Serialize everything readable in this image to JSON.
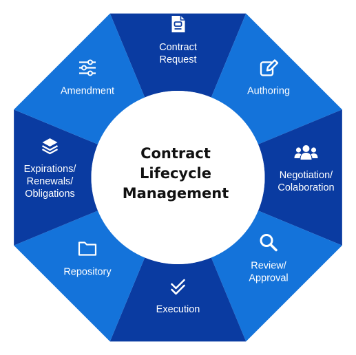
{
  "center": {
    "title_lines": [
      "Contract",
      "Lifecycle",
      "Management"
    ]
  },
  "colors": {
    "dark": "#0a3ba1",
    "light": "#1473da",
    "center": "#ffffff",
    "text": "#ffffff",
    "title": "#111111"
  },
  "segments": [
    {
      "id": "contract-request",
      "label_lines": [
        "Contract",
        "Request"
      ],
      "icon": "document-icon",
      "shade": "dark"
    },
    {
      "id": "authoring",
      "label_lines": [
        "Authoring"
      ],
      "icon": "edit-icon",
      "shade": "light"
    },
    {
      "id": "negotiation",
      "label_lines": [
        "Negotiation/",
        "Colaboration"
      ],
      "icon": "people-group-icon",
      "shade": "dark"
    },
    {
      "id": "review",
      "label_lines": [
        "Review/",
        "Approval"
      ],
      "icon": "search-icon",
      "shade": "light"
    },
    {
      "id": "execution",
      "label_lines": [
        "Execution"
      ],
      "icon": "double-check-icon",
      "shade": "dark"
    },
    {
      "id": "repository",
      "label_lines": [
        "Repository"
      ],
      "icon": "folder-icon",
      "shade": "light"
    },
    {
      "id": "expirations",
      "label_lines": [
        "Expirations/",
        "Renewals/",
        "Obligations"
      ],
      "icon": "layers-icon",
      "shade": "dark"
    },
    {
      "id": "amendment",
      "label_lines": [
        "Amendment"
      ],
      "icon": "sliders-icon",
      "shade": "light"
    }
  ]
}
